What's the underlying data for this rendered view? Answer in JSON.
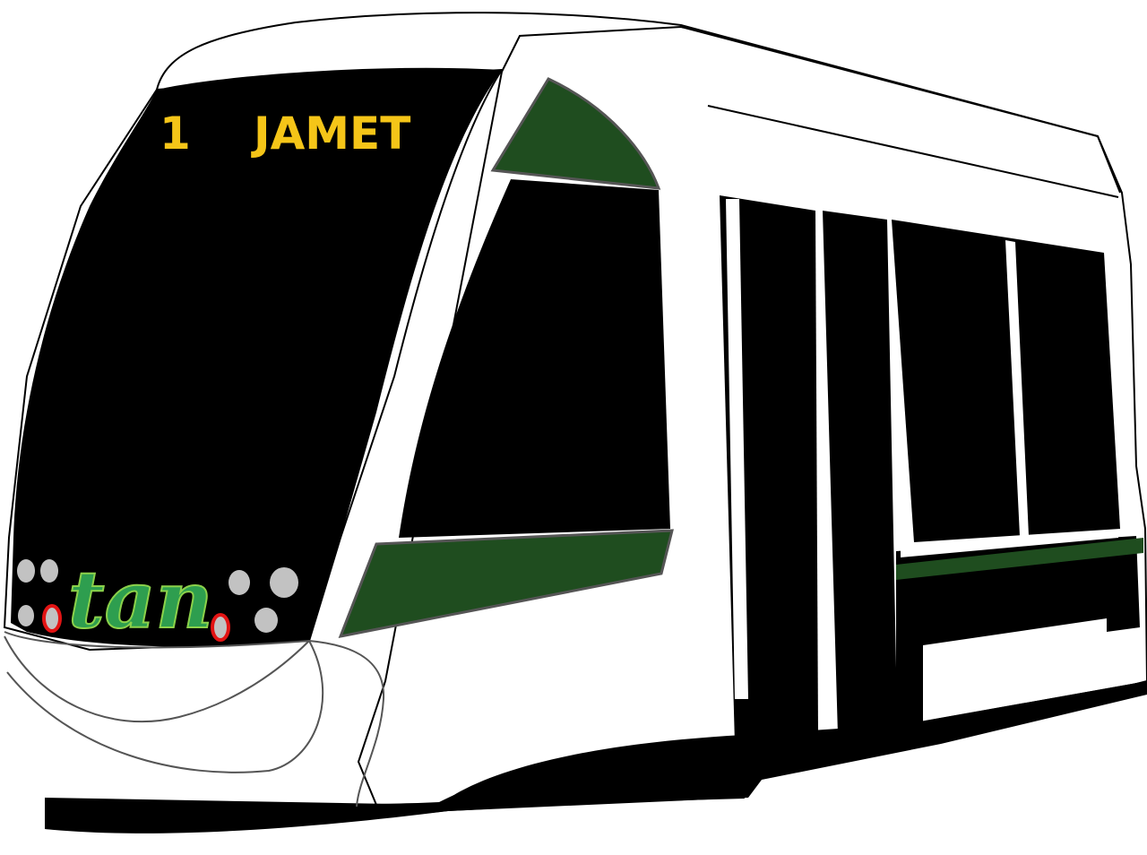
{
  "destination_sign": {
    "line_number": "1",
    "destination": "JAMET"
  },
  "logo": {
    "text": "tan"
  },
  "colors": {
    "body": "#ffffff",
    "glass": "#000000",
    "sign_text": "#f5c518",
    "accent_green": "#1f4d1f",
    "logo_green": "#2e9e4f",
    "logo_light_green": "#8bd14a",
    "lamp_gray": "#c2c2c2",
    "lamp_red": "#e31414",
    "door_step": "#f2a900"
  }
}
